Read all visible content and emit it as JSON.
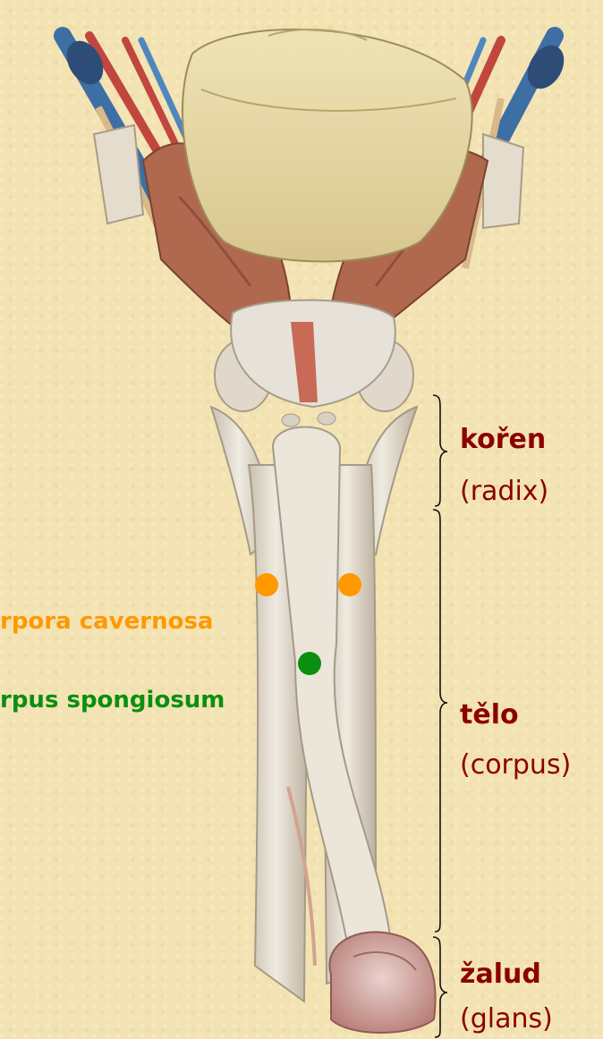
{
  "colors": {
    "background": "#f3e3b2",
    "label_term": "#8b0000",
    "corpora_cavernosa": "#ff9900",
    "corpus_spongiosum": "#0a8f10"
  },
  "regions": {
    "root": {
      "term": "kořen",
      "latin": "(radix)"
    },
    "body": {
      "term": "tělo",
      "latin": "(corpus)"
    },
    "glans": {
      "term": "žalud",
      "latin": "(glans)"
    }
  },
  "structures": {
    "cavernosa": "rpora cavernosa",
    "spongiosum": "rpus spongiosum"
  }
}
